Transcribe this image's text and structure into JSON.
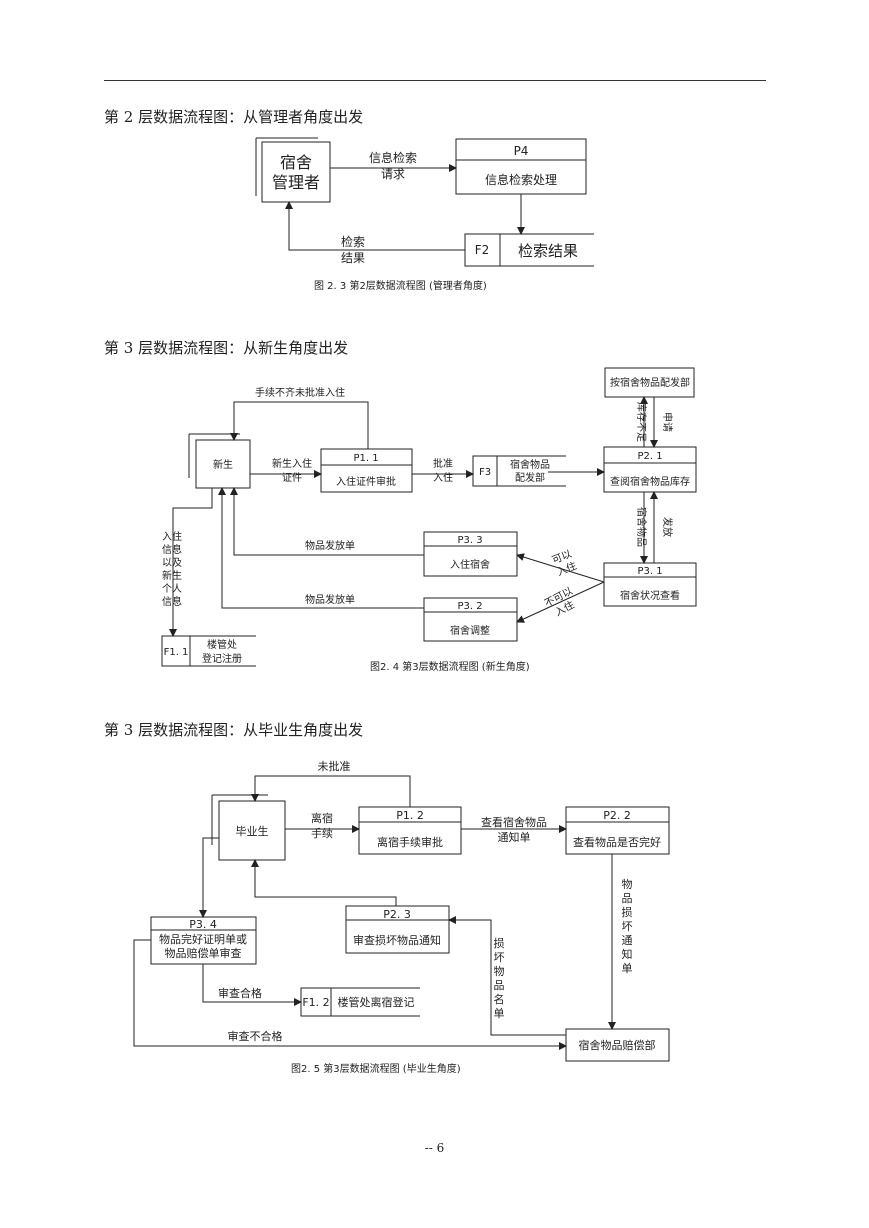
{
  "headings": {
    "h1": "第 2 层数据流程图：从管理者角度出发",
    "h2": "第 3 层数据流程图：从新生角度出发",
    "h3": "第 3 层数据流程图：从毕业生角度出发"
  },
  "fig23": {
    "entity_manager": [
      "宿舍",
      "管理者"
    ],
    "p4_id": "P4",
    "p4_name": "信息检索处理",
    "flow_request": [
      "信息检索",
      "请求"
    ],
    "f2_id": "F2",
    "f2_name": "检索结果",
    "flow_result": [
      "检索",
      "结果"
    ],
    "caption": "图 2. 3  第2层数据流程图 (管理者角度)"
  },
  "fig24": {
    "entity_newstudent": "新生",
    "p11_id": "P1. 1",
    "p11_name": "入住证件审批",
    "flow_incomplete": "手续不齐未批准入住",
    "flow_docs": [
      "新生入住",
      "证件"
    ],
    "flow_approved": [
      "批准",
      "入住"
    ],
    "f3_id": "F3",
    "f3_name": [
      "宿舍物品",
      "配发部"
    ],
    "p21_id": "P2. 1",
    "p21_name": "查阅宿舍物品库存",
    "entity_dept": "按宿舍物品配发部",
    "flow_v1": "库存不足",
    "flow_v2": "申请",
    "flow_v3": "宿舍物品",
    "flow_v4": "发放",
    "p31_id": "P3. 1",
    "p31_name": "宿舍状况查看",
    "flow_can": [
      "可以",
      "入住"
    ],
    "flow_cannot": [
      "不可以",
      "入住"
    ],
    "p33_id": "P3. 3",
    "p33_name": "入住宿舍",
    "p32_id": "P3. 2",
    "p32_name": "宿舍调整",
    "flow_issue1": "物品发放单",
    "flow_issue2": "物品发放单",
    "flow_info": [
      "入住",
      "信息",
      "以及",
      "新生",
      "个人",
      "信息"
    ],
    "f11_id": "F1. 1",
    "f11_name": [
      "楼管处",
      "登记注册"
    ],
    "caption": "图2. 4  第3层数据流程图 (新生角度)"
  },
  "fig25": {
    "entity_graduate": "毕业生",
    "flow_notapproved": "未批准",
    "flow_leave": [
      "离宿",
      "手续"
    ],
    "p12_id": "P1. 2",
    "p12_name": "离宿手续审批",
    "flow_notice": [
      "查看宿舍物品",
      "通知单"
    ],
    "p22_id": "P2. 2",
    "p22_name": "查看物品是否完好",
    "flow_damage_notice": [
      "物",
      "品",
      "损",
      "坏",
      "通",
      "知",
      "单"
    ],
    "entity_compensation": "宿舍物品赔偿部",
    "flow_damage_list": [
      "损",
      "坏",
      "物",
      "品",
      "名",
      "单"
    ],
    "p23_id": "P2. 3",
    "p23_name": "审查损坏物品通知",
    "p34_id": "P3. 4",
    "p34_name": [
      "物品完好证明单或",
      "物品赔偿单审查"
    ],
    "flow_pass": "审查合格",
    "f12_id": "F1. 2",
    "f12_name": "楼管处离宿登记",
    "flow_fail": "审查不合格",
    "caption": "图2. 5  第3层数据流程图 (毕业生角度)"
  },
  "footer": "-- 6"
}
